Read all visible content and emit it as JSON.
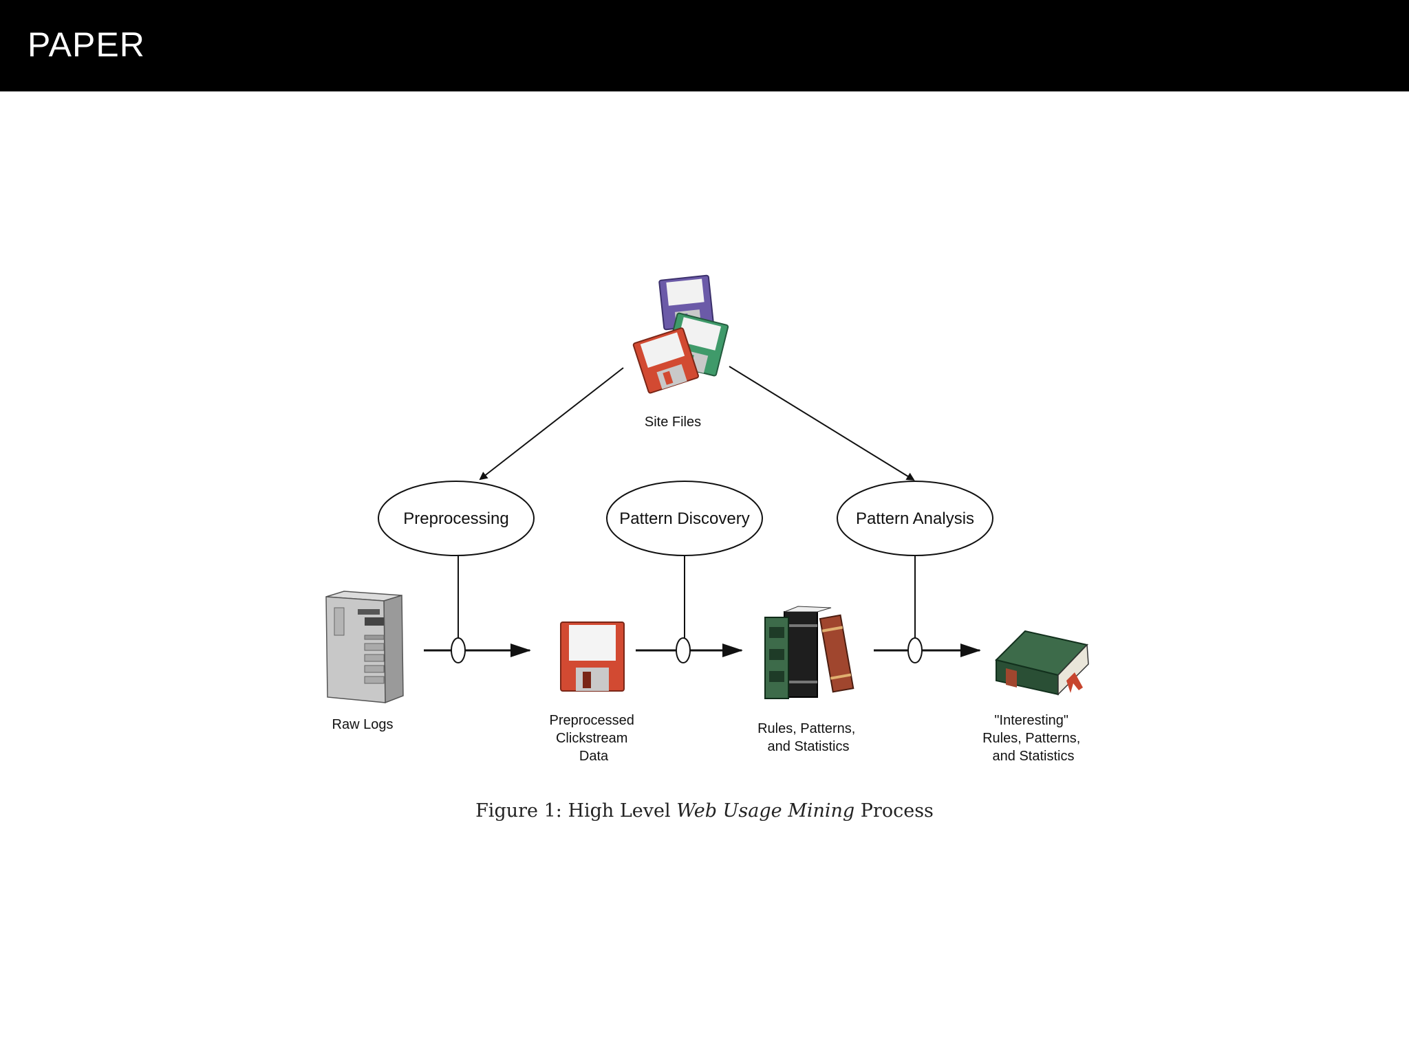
{
  "header": {
    "title": "PAPER"
  },
  "figure": {
    "caption": {
      "prefix": "Figure 1: High Level ",
      "emphasis": "Web Usage Mining",
      "suffix": " Process"
    },
    "site_files": {
      "label": "Site Files"
    },
    "processes": [
      {
        "label": "Preprocessing"
      },
      {
        "label": "Pattern Discovery"
      },
      {
        "label": "Pattern Analysis"
      }
    ],
    "stages": [
      {
        "lines": [
          "Raw Logs"
        ]
      },
      {
        "lines": [
          "Preprocessed",
          "Clickstream",
          "Data"
        ]
      },
      {
        "lines": [
          "Rules, Patterns,",
          "and Statistics"
        ]
      },
      {
        "lines": [
          "\"Interesting\"",
          "Rules, Patterns,",
          "and Statistics"
        ]
      }
    ],
    "colors": {
      "disk_purple": "#6b5aa8",
      "disk_green": "#3f9a6a",
      "disk_red": "#d24a32",
      "book_green": "#3d6b4a",
      "book_black": "#1e1e1e",
      "book_brown": "#a0462e"
    },
    "icons": [
      "floppy-disk-icon",
      "server-tower-icon",
      "books-stack-icon",
      "closed-book-icon"
    ]
  }
}
